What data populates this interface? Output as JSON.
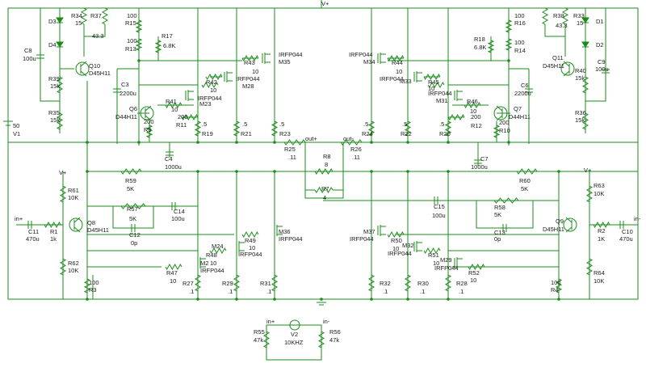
{
  "rails": {
    "vplus": "V+",
    "vplus_left": "V+",
    "vplus_right": "V+"
  },
  "supply": {
    "value": "50",
    "name": "V1"
  },
  "source": {
    "name": "V2",
    "freq": "10KHZ"
  },
  "nets": {
    "in_plus": "in+",
    "in_minus": "in-",
    "out_plus": "out+",
    "out_minus": "out-"
  },
  "labels": [
    {
      "id": "D3",
      "t": "D3"
    },
    {
      "id": "D4",
      "t": "D4"
    },
    {
      "id": "R34",
      "t": "R34"
    },
    {
      "id": "R34v",
      "t": "15"
    },
    {
      "id": "R37",
      "t": "R37"
    },
    {
      "id": "R37v",
      "t": "43.3"
    },
    {
      "id": "C8",
      "t": "C8"
    },
    {
      "id": "C8v",
      "t": "100u"
    },
    {
      "id": "Q10",
      "t": "Q10"
    },
    {
      "id": "Q10v",
      "t": "D45H11"
    },
    {
      "id": "R39",
      "t": "R39"
    },
    {
      "id": "R39v",
      "t": "15k"
    },
    {
      "id": "R35",
      "t": "R35"
    },
    {
      "id": "R35v",
      "t": "15k"
    },
    {
      "id": "R15v",
      "t": "100"
    },
    {
      "id": "R15",
      "t": "R15"
    },
    {
      "id": "R13v",
      "t": "100"
    },
    {
      "id": "R13",
      "t": "R13"
    },
    {
      "id": "R17",
      "t": "R17"
    },
    {
      "id": "R17v",
      "t": "6.8K"
    },
    {
      "id": "R43",
      "t": "R43"
    },
    {
      "id": "R43v",
      "t": "10"
    },
    {
      "id": "M35",
      "t": "M35"
    },
    {
      "id": "M35v",
      "t": "IRFP044"
    },
    {
      "id": "M28",
      "t": "M28"
    },
    {
      "id": "M28v",
      "t": "IRFP044"
    },
    {
      "id": "R42",
      "t": "R42"
    },
    {
      "id": "R42v",
      "t": "10"
    },
    {
      "id": "C3",
      "t": "C3"
    },
    {
      "id": "C3v",
      "t": "2200u"
    },
    {
      "id": "M23",
      "t": "M23"
    },
    {
      "id": "M23v",
      "t": "IRFP044"
    },
    {
      "id": "R41",
      "t": "R41"
    },
    {
      "id": "R41v",
      "t": "10"
    },
    {
      "id": "Q6",
      "t": "Q6"
    },
    {
      "id": "Q6v",
      "t": "D44H11"
    },
    {
      "id": "R11v",
      "t": "200"
    },
    {
      "id": "R11",
      "t": "R11"
    },
    {
      "id": "R9v",
      "t": "200"
    },
    {
      "id": "R9",
      "t": "R9"
    },
    {
      "id": "R19v",
      "t": ".5"
    },
    {
      "id": "R19",
      "t": "R19"
    },
    {
      "id": "R21v",
      "t": ".5"
    },
    {
      "id": "R21",
      "t": "R21"
    },
    {
      "id": "R23v",
      "t": ".5"
    },
    {
      "id": "R23",
      "t": "R23"
    },
    {
      "id": "R25",
      "t": "R25"
    },
    {
      "id": "R25v",
      "t": ".11"
    },
    {
      "id": "C4",
      "t": "C4"
    },
    {
      "id": "C4v",
      "t": "1000u"
    },
    {
      "id": "R8",
      "t": "R8"
    },
    {
      "id": "R8v",
      "t": "8"
    },
    {
      "id": "R26",
      "t": "R26"
    },
    {
      "id": "R26v",
      "t": ".11"
    },
    {
      "id": "R59",
      "t": "R59"
    },
    {
      "id": "R59v",
      "t": "5K"
    },
    {
      "id": "R60",
      "t": "R60"
    },
    {
      "id": "R60v",
      "t": "5K"
    },
    {
      "id": "R61",
      "t": "R61"
    },
    {
      "id": "R61v",
      "t": "10K"
    },
    {
      "id": "R7",
      "t": "R7"
    },
    {
      "id": "R7v",
      "t": "4"
    },
    {
      "id": "R57",
      "t": "R57"
    },
    {
      "id": "R57v",
      "t": "5K"
    },
    {
      "id": "C14",
      "t": "C14"
    },
    {
      "id": "C14v",
      "t": "100u"
    },
    {
      "id": "C12",
      "t": "C12"
    },
    {
      "id": "C12v",
      "t": "0p"
    },
    {
      "id": "C11",
      "t": "C11"
    },
    {
      "id": "C11v",
      "t": "470u"
    },
    {
      "id": "R1",
      "t": "R1"
    },
    {
      "id": "R1v",
      "t": "1k"
    },
    {
      "id": "Q8",
      "t": "Q8"
    },
    {
      "id": "Q8v",
      "t": "D45H11"
    },
    {
      "id": "M36",
      "t": "M36"
    },
    {
      "id": "M36v",
      "t": "IRFP044"
    },
    {
      "id": "R49",
      "t": "R49"
    },
    {
      "id": "R49v",
      "t": "10"
    },
    {
      "id": "M24",
      "t": "M24"
    },
    {
      "id": "M24v",
      "t": "IRFP044"
    },
    {
      "id": "R48",
      "t": "R48"
    },
    {
      "id": "R48v",
      "t": "10"
    },
    {
      "id": "M2",
      "t": "M2"
    },
    {
      "id": "M2v",
      "t": "IRFP044"
    },
    {
      "id": "R47",
      "t": "R47"
    },
    {
      "id": "R47v",
      "t": "10"
    },
    {
      "id": "R62",
      "t": "R62"
    },
    {
      "id": "R62v",
      "t": "10K"
    },
    {
      "id": "R3v",
      "t": "100"
    },
    {
      "id": "R3",
      "t": "R3"
    },
    {
      "id": "R27",
      "t": "R27"
    },
    {
      "id": "R27v",
      "t": ".1"
    },
    {
      "id": "R29",
      "t": "R29"
    },
    {
      "id": "R29v",
      "t": ".1"
    },
    {
      "id": "R31",
      "t": "R31"
    },
    {
      "id": "R31v",
      "t": ".1"
    },
    {
      "id": "R32",
      "t": "R32"
    },
    {
      "id": "R32v",
      "t": ".1"
    },
    {
      "id": "R30",
      "t": "R30"
    },
    {
      "id": "R30v",
      "t": ".1"
    },
    {
      "id": "R28",
      "t": "R28"
    },
    {
      "id": "R28v",
      "t": ".1"
    },
    {
      "id": "R4v",
      "t": "100"
    },
    {
      "id": "R4",
      "t": "R4"
    },
    {
      "id": "R64",
      "t": "R64"
    },
    {
      "id": "R64v",
      "t": "10K"
    },
    {
      "id": "R38",
      "t": "R38"
    },
    {
      "id": "R38v",
      "t": "43.3"
    },
    {
      "id": "R33",
      "t": "R33"
    },
    {
      "id": "R33v",
      "t": "15"
    },
    {
      "id": "D1",
      "t": "D1"
    },
    {
      "id": "D2",
      "t": "D2"
    },
    {
      "id": "R16v",
      "t": "100"
    },
    {
      "id": "R16",
      "t": "R16"
    },
    {
      "id": "R18",
      "t": "R18"
    },
    {
      "id": "R18v",
      "t": "6.8K"
    },
    {
      "id": "R14v",
      "t": "100"
    },
    {
      "id": "R14",
      "t": "R14"
    },
    {
      "id": "M34v",
      "t": "IRFP044"
    },
    {
      "id": "M34",
      "t": "M34"
    },
    {
      "id": "R44",
      "t": "R44"
    },
    {
      "id": "R44v",
      "t": "10"
    },
    {
      "id": "M33v",
      "t": "IRFP044"
    },
    {
      "id": "M33",
      "t": "M33"
    },
    {
      "id": "R45",
      "t": "R45"
    },
    {
      "id": "R45v",
      "t": "10"
    },
    {
      "id": "M31v",
      "t": "IRFP044"
    },
    {
      "id": "M31",
      "t": "M31"
    },
    {
      "id": "R46",
      "t": "R46"
    },
    {
      "id": "R46v",
      "t": "10"
    },
    {
      "id": "C6",
      "t": "C6"
    },
    {
      "id": "C6v",
      "t": "2200u"
    },
    {
      "id": "Q7",
      "t": "Q7"
    },
    {
      "id": "Q7v",
      "t": "D44H11"
    },
    {
      "id": "R12v",
      "t": "200"
    },
    {
      "id": "R12",
      "t": "R12"
    },
    {
      "id": "R10v",
      "t": "200"
    },
    {
      "id": "R10",
      "t": "R10"
    },
    {
      "id": "R24v",
      "t": ".5"
    },
    {
      "id": "R24",
      "t": "R24"
    },
    {
      "id": "R22v",
      "t": ".5"
    },
    {
      "id": "R22",
      "t": "R22"
    },
    {
      "id": "R20v",
      "t": ".5"
    },
    {
      "id": "R20",
      "t": "R20"
    },
    {
      "id": "C7",
      "t": "C7"
    },
    {
      "id": "C7v",
      "t": "1000u"
    },
    {
      "id": "Q11",
      "t": "Q11"
    },
    {
      "id": "Q11v",
      "t": "D45H11"
    },
    {
      "id": "R40",
      "t": "R40"
    },
    {
      "id": "R40v",
      "t": "15k"
    },
    {
      "id": "C9",
      "t": "C9"
    },
    {
      "id": "C9v",
      "t": "100u"
    },
    {
      "id": "R36",
      "t": "R36"
    },
    {
      "id": "R36v",
      "t": "15k"
    },
    {
      "id": "R63",
      "t": "R63"
    },
    {
      "id": "R63v",
      "t": "10K"
    },
    {
      "id": "C15",
      "t": "C15"
    },
    {
      "id": "C15v",
      "t": "100u"
    },
    {
      "id": "R58",
      "t": "R58"
    },
    {
      "id": "R58v",
      "t": "5K"
    },
    {
      "id": "C13",
      "t": "C13"
    },
    {
      "id": "C13v",
      "t": "0p"
    },
    {
      "id": "Q9",
      "t": "Q9"
    },
    {
      "id": "Q9v",
      "t": "D45H11"
    },
    {
      "id": "R2",
      "t": "R2"
    },
    {
      "id": "R2v",
      "t": "1K"
    },
    {
      "id": "C10",
      "t": "C10"
    },
    {
      "id": "C10v",
      "t": "470u"
    },
    {
      "id": "M37",
      "t": "M37"
    },
    {
      "id": "M37v",
      "t": "IRFP044"
    },
    {
      "id": "R50",
      "t": "R50"
    },
    {
      "id": "R50v",
      "t": "10"
    },
    {
      "id": "M32",
      "t": "M32"
    },
    {
      "id": "M32v",
      "t": "IRFP044"
    },
    {
      "id": "R51",
      "t": "R51"
    },
    {
      "id": "R51v",
      "t": "10"
    },
    {
      "id": "M29",
      "t": "M29"
    },
    {
      "id": "M29v",
      "t": "IRFP044"
    },
    {
      "id": "R52",
      "t": "R52"
    },
    {
      "id": "R52v",
      "t": "10"
    },
    {
      "id": "R55",
      "t": "R55"
    },
    {
      "id": "R55v",
      "t": "47k"
    },
    {
      "id": "R56",
      "t": "R56"
    },
    {
      "id": "R56v",
      "t": "47k"
    }
  ]
}
